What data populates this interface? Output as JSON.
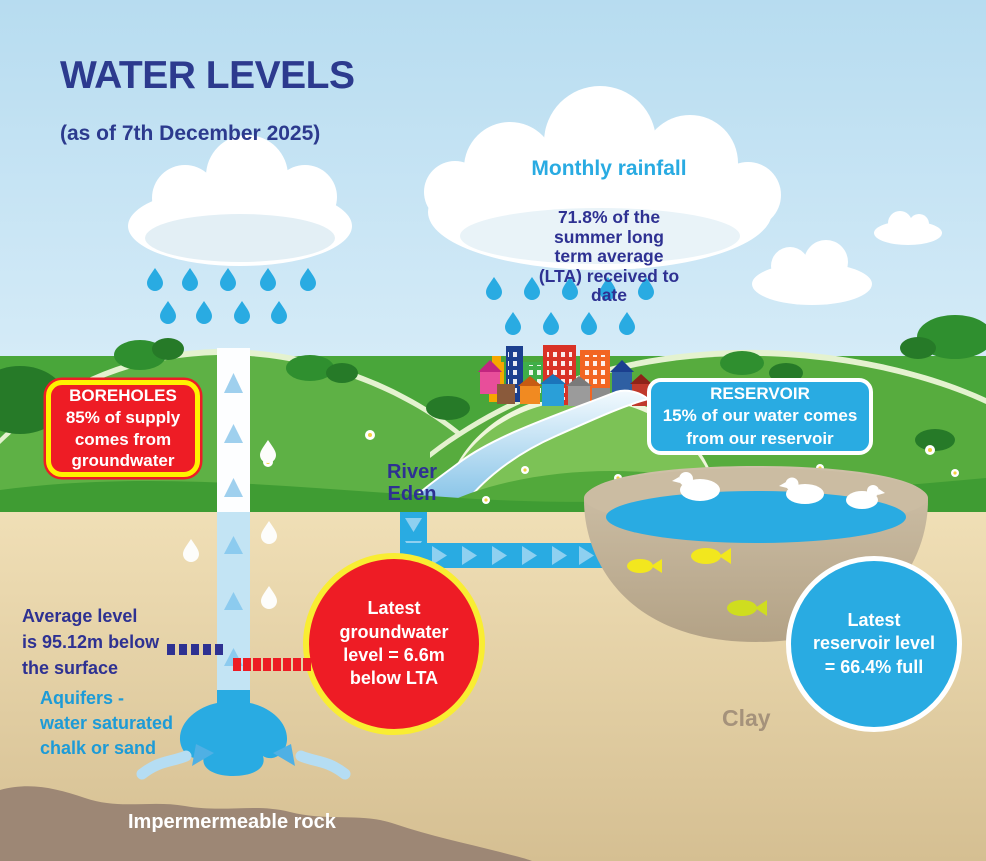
{
  "title": {
    "heading": "WATER LEVELS",
    "subheading": "(as of 7th December 2025)"
  },
  "rain_cloud": {
    "heading": "Monthly rainfall",
    "body": "71.8% of the\nsummer long\nterm average\n(LTA) received to\ndate"
  },
  "callouts": {
    "boreholes": {
      "text": "BOREHOLES\n85% of supply\ncomes from\ngroundwater"
    },
    "reservoir": {
      "text": "RESERVOIR\n15% of our water comes\nfrom our reservoir"
    },
    "groundwater_level": {
      "text": "Latest\ngroundwater\nlevel = 6.6m\nbelow LTA"
    },
    "reservoir_level": {
      "text": "Latest\nreservoir level\n= 66.4% full"
    }
  },
  "labels": {
    "river": "River\nEden",
    "average_level": "Average level\nis 95.12m below\nthe surface",
    "aquifers": "Aquifers -\nwater saturated\nchalk or sand",
    "clay": "Clay",
    "impermeable_rock": "Impermermeable rock"
  },
  "colors": {
    "accent_blue": "#29abe2",
    "navy_text": "#2e3192",
    "alert_red": "#ee1c25",
    "highlight_yellow": "#fff200",
    "cyan_text": "#1d9bd7",
    "grass_green": "#57ac3e",
    "sand": "#ead9ae",
    "rock_brown": "#9d8775",
    "clay_text": "#a5927b"
  }
}
